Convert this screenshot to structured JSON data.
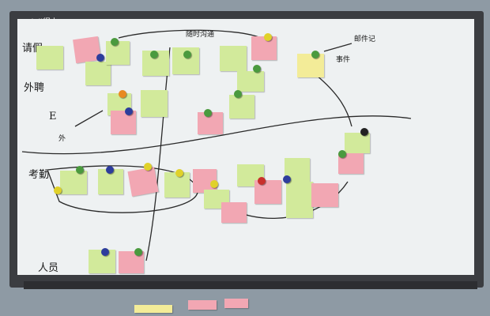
{
  "board": {
    "brand": "deli得力"
  },
  "labels": {
    "row_qingjia": "请假",
    "row_waipin": "外聘",
    "row_kaoqin": "考勤",
    "row_renyuan": "人员",
    "label_e": "E",
    "label_wai": "外",
    "top_right": "邮件记",
    "top_right_2": "事件",
    "top_center": "随时沟通"
  },
  "colors": {
    "board_frame": "#3b3d41",
    "board_surface": "#eef1f2",
    "note_green": "#d2ea9b",
    "note_pink": "#f2a7b3",
    "note_yellow": "#f3ec98"
  }
}
